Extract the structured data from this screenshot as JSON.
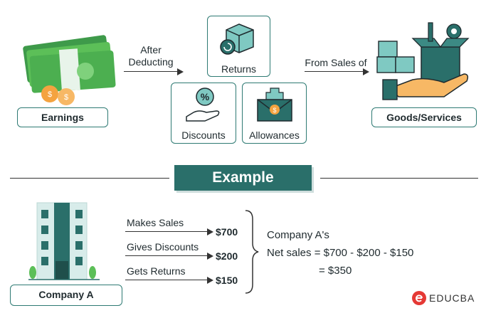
{
  "top": {
    "earnings_label": "Earnings",
    "after_deducting_line1": "After",
    "after_deducting_line2": "Deducting",
    "returns_label": "Returns",
    "discounts_label": "Discounts",
    "allowances_label": "Allowances",
    "from_sales_label": "From Sales of",
    "goods_label": "Goods/Services"
  },
  "example": {
    "banner": "Example",
    "company_label": "Company A",
    "rows": [
      {
        "action": "Makes Sales",
        "amount": "$700"
      },
      {
        "action": "Gives Discounts",
        "amount": "$200"
      },
      {
        "action": "Gets Returns",
        "amount": "$150"
      }
    ],
    "result_line1": "Company A's",
    "result_line2": "Net sales = $700 - $200 - $150",
    "result_line3": "= $350"
  },
  "brand": {
    "name": "EDUCBA"
  },
  "colors": {
    "accent": "#2a6f6a",
    "border": "#2e7a73",
    "money_green": "#4caf50",
    "coin_orange": "#f4a340"
  }
}
